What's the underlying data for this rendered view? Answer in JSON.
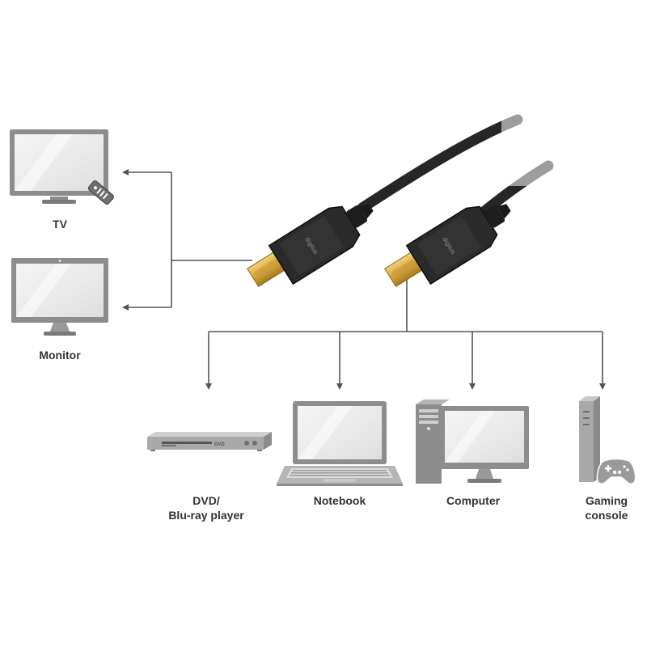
{
  "devices": {
    "tv": {
      "label": "TV"
    },
    "monitor": {
      "label": "Monitor"
    },
    "dvd": {
      "label_line1": "DVD/",
      "label_line2": "Blu-ray player",
      "device_text": "DVD"
    },
    "notebook": {
      "label": "Notebook"
    },
    "computer": {
      "label": "Computer"
    },
    "gaming": {
      "label_line1": "Gaming",
      "label_line2": "console"
    }
  },
  "cable": {
    "connector_text": "digitus"
  },
  "colors": {
    "device_gray": "#9a9a9a",
    "device_dark": "#6f6f6f",
    "screen": "#ececec",
    "line": "#555555",
    "cable": "#1a1a1a",
    "gold": "#d7a63a"
  }
}
